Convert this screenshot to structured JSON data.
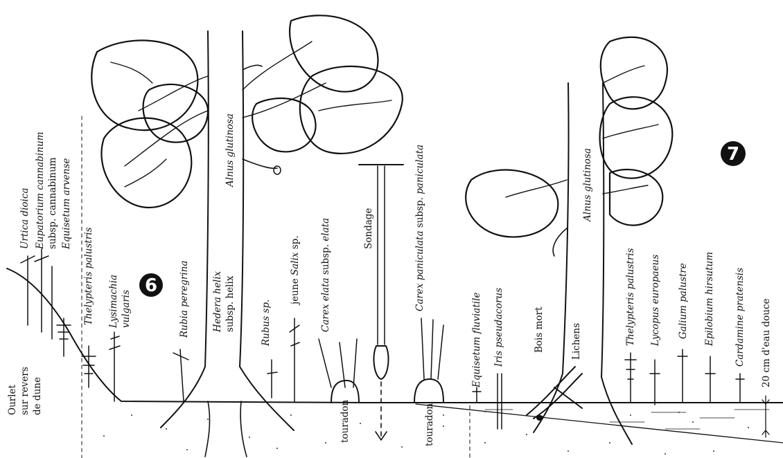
{
  "zones": [
    "6",
    "7"
  ],
  "labels": {
    "ourlet_1": "Ourlet",
    "ourlet_2": "sur revers",
    "ourlet_3": "de dune",
    "urtica": "Urtica dioica",
    "eupatorium_1": "Eupatorium cannabinum",
    "eupatorium_2": "subsp. cannabinum",
    "equisetum_arvense": "Equisetum arvense",
    "thelypteris_left": "Thelypteris palustris",
    "lysimachia_1": "Lysimachia",
    "lysimachia_2": "vulgaris",
    "rubia": "Rubia peregrina",
    "hedera_1": "Hedera helix",
    "hedera_2": "subsp. helix",
    "alnus_left": "Alnus glutinosa",
    "rubus": "Rubus sp.",
    "salix_1": "jeune ",
    "salix_2": "Salix",
    "salix_3": " sp.",
    "carex_elata_1": "Carex elata",
    "carex_elata_2": " subsp. ",
    "carex_elata_3": "elata",
    "touradon_left": "touradon",
    "sondage": "Sondage",
    "carex_paniculata_1": "Carex paniculata",
    "carex_paniculata_2": "  subsp. ",
    "carex_paniculata_3": "paniculata",
    "touradon_right": "touradon",
    "equisetum_fluviatile": "Equisetum fluviatile",
    "iris": "Iris pseudacorus",
    "bois_mort": "Bois mort",
    "lichens": "Lichens",
    "alnus_right": "Alnus glutinosa",
    "thelypteris_right": "Thelypteris palustris",
    "lycopus": "Lycopus europaeus",
    "galium": "Galium palustre",
    "epilobium": "Epilobium hirsutum",
    "cardamine": "Cardamine pratensis",
    "eau_douce": "20 cm d'eau douce"
  }
}
